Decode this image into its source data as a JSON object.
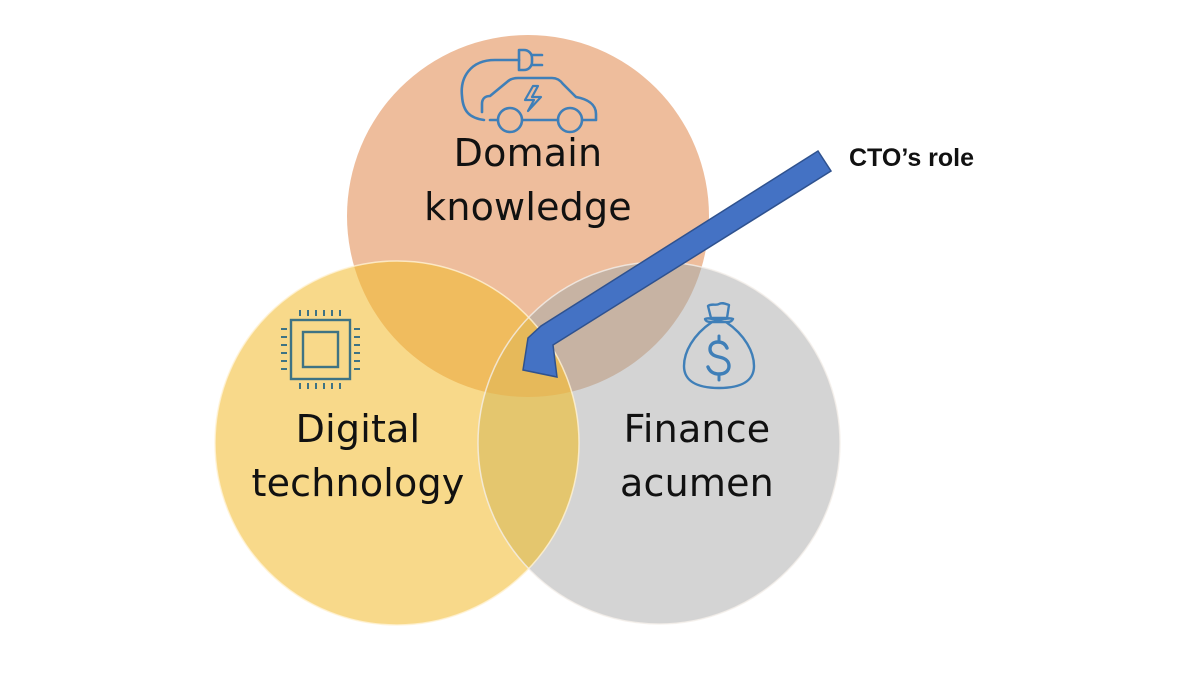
{
  "diagram": {
    "type": "venn",
    "colors": {
      "domain_circle": "#EEBD9C",
      "digital_circle": "#F8D98A",
      "finance_circle": "#D4D4D4",
      "domain_digital_overlap": "#F0BC5E",
      "domain_finance_overlap": "#C7B3A3",
      "digital_finance_overlap": "#E4C66E",
      "center_overlap": "#E6B95A",
      "icon_stroke": "#3F7FB8",
      "chip_icon_stroke": "#3E7384",
      "arrow_fill": "#4472C4",
      "arrow_stroke": "#2F528F"
    },
    "circles": [
      {
        "id": "domain",
        "line1": "Domain",
        "line2": "knowledge",
        "icon": "electric-car-icon"
      },
      {
        "id": "digital",
        "line1": "Digital",
        "line2": "technology",
        "icon": "microchip-icon"
      },
      {
        "id": "finance",
        "line1": "Finance",
        "line2": "acumen",
        "icon": "money-bag-icon"
      }
    ],
    "callout": {
      "label": "CTO’s role",
      "icon": "arrow-pointer"
    }
  }
}
